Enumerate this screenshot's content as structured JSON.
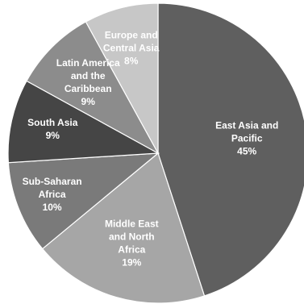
{
  "chart_data": {
    "type": "pie",
    "title": "",
    "categories": [
      "East Asia and Pacific",
      "Middle East and North Africa",
      "Sub-Saharan Africa",
      "South Asia",
      "Latin America and the Caribbean",
      "Europe and Central Asia"
    ],
    "values": [
      45,
      19,
      10,
      9,
      9,
      8
    ],
    "value_labels": [
      "45%",
      "19%",
      "10%",
      "9%",
      "9%",
      "8%"
    ],
    "label_lines": [
      [
        "East Asia and",
        "Pacific"
      ],
      [
        "Middle East",
        "and North",
        "Africa"
      ],
      [
        "Sub-Saharan",
        "Africa"
      ],
      [
        "South Asia"
      ],
      [
        "Latin America",
        "and the",
        "Caribbean"
      ],
      [
        "Europe and",
        "Central Asia"
      ]
    ],
    "colors": [
      "#5f5f5f",
      "#a6a6a6",
      "#7a7a7a",
      "#454545",
      "#8c8c8c",
      "#c7c7c7"
    ],
    "label_colors": [
      "#ffffff",
      "#ffffff",
      "#ffffff",
      "#ffffff",
      "#ffffff",
      "#ffffff"
    ],
    "legend": "none",
    "start_angle_deg": 0,
    "direction": "clockwise"
  }
}
